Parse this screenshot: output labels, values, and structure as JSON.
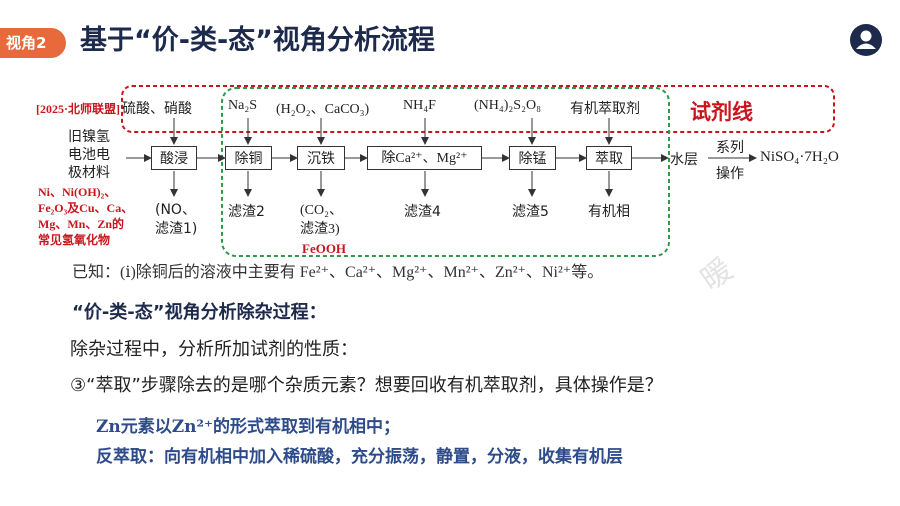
{
  "header": {
    "tag": "视角2",
    "title": "基于“价-类-态”视角分析流程"
  },
  "source": "[2025·北师联盟]",
  "flow": {
    "raw": [
      "旧镍氢",
      "电池电",
      "极材料"
    ],
    "reagents": {
      "acid": "硫酸、硝酸",
      "cu": "Na₂S",
      "fe": "(H₂O₂、CaCO₃)",
      "ca": "NH₄F",
      "mn": "(NH₄)₂S₂O₈",
      "ext": "有机萃取剂"
    },
    "reagent_label": "试剂线",
    "steps": {
      "leach": "酸浸",
      "cu": "除铜",
      "fe": "沉铁",
      "ca": "除Ca²⁺、Mg²⁺",
      "mn": "除锰",
      "ext": "萃取"
    },
    "water_layer": "水层",
    "series_op_top": "系列",
    "series_op_bottom": "操作",
    "product": "NiSO₄·7H₂O",
    "residues": {
      "r1_a": "(NO、",
      "r1_b": "滤渣1)",
      "r2": "滤渣2",
      "r3_a": "(CO₂、",
      "r3_b": "滤渣3)",
      "r4": "滤渣4",
      "r5": "滤渣5",
      "organic": "有机相"
    },
    "feooh": "FeOOH",
    "material_note": [
      "Ni、Ni(OH)₂、",
      "Fe₂O₃及Cu、Ca、",
      "Mg、Mn、Zn的",
      "常见氢氧化物"
    ]
  },
  "known": "已知：(ⅰ)除铜后的溶液中主要有 Fe²⁺、Ca²⁺、Mg²⁺、Mn²⁺、Zn²⁺、Ni²⁺等。",
  "section_title": "“价-类-态”视角分析除杂过程：",
  "line1": "除杂过程中，分析所加试剂的性质：",
  "question": "③“萃取”步骤除去的是哪个杂质元素？想要回收有机萃取剂，具体操作是？",
  "answer1": "Zn元素以Zn²⁺的形式萃取到有机相中；",
  "answer2": "反萃取：向有机相中加入稀硫酸，充分振荡，静置，分液，收集有机层",
  "colors": {
    "accent": "#e86a3c",
    "title": "#1d2a4c",
    "red": "#c8161d",
    "answer": "#2e4b8a",
    "dash_green": "#2e9a47"
  }
}
